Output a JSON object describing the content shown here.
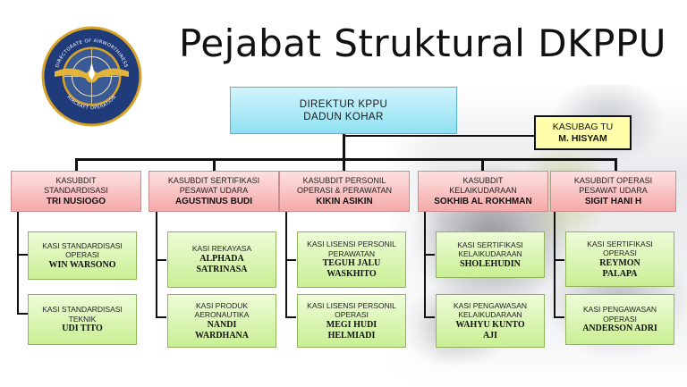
{
  "title": "Pejabat Struktural DKPPU",
  "logo": {
    "top_text": "DIRECTORATE OF AIRWORTHINESS",
    "bottom_text": "AIRCRAFT OPERATION",
    "colors": {
      "ring": "#1f3b7a",
      "gold": "#d8a326",
      "center": "#3a5a96"
    }
  },
  "director": {
    "title": "DIREKTUR KPPU",
    "name": "DADUN KOHAR"
  },
  "kasubag": {
    "title": "KASUBAG TU",
    "name": "M. HISYAM"
  },
  "subdirectorates": [
    {
      "title_line1": "KASUBDIT",
      "title_line2": "STANDARDISASI",
      "name": "TRI NUSIOGO",
      "sections": [
        {
          "title_line1": "KASI STANDARDISASI",
          "title_line2": "OPERASI",
          "name_line1": "WIN WARSONO",
          "name_line2": ""
        },
        {
          "title_line1": "KASI STANDARDISASI",
          "title_line2": "TEKNIK",
          "name_line1": "UDI TITO",
          "name_line2": ""
        }
      ]
    },
    {
      "title_line1": "KASUBDIT SERTIFIKASI",
      "title_line2": "PESAWAT UDARA",
      "name": "AGUSTINUS BUDI",
      "sections": [
        {
          "title_line1": "KASI REKAYASA",
          "title_line2": "",
          "name_line1": "ALPHADA",
          "name_line2": "SATRINASA"
        },
        {
          "title_line1": "KASI PRODUK",
          "title_line2": "AERONAUTIKA",
          "name_line1": "NANDI",
          "name_line2": "WARDHANA"
        }
      ]
    },
    {
      "title_line1": "KASUBDIT  PERSONIL",
      "title_line2": "OPERASI & PERAWATAN",
      "name": "KIKIN ASIKIN",
      "sections": [
        {
          "title_line1": "KASI LISENSI PERSONIL",
          "title_line2": "PERAWATAN",
          "name_line1": "TEGUH JALU",
          "name_line2": "WASKHITO"
        },
        {
          "title_line1": "KASI LISENSI PERSONIL",
          "title_line2": "OPERASI",
          "name_line1": "MEGI HUDI",
          "name_line2": "HELMIADI"
        }
      ]
    },
    {
      "title_line1": "KASUBDIT",
      "title_line2": "KELAIKUDARAAN",
      "name": "SOKHIB  AL ROKHMAN",
      "sections": [
        {
          "title_line1": "KASI SERTIFIKASI",
          "title_line2": "KELAIKUDARAAN",
          "name_line1": "SHOLEHUDIN",
          "name_line2": ""
        },
        {
          "title_line1": "KASI PENGAWASAN",
          "title_line2": "KELAIKUDARAAN",
          "name_line1": "WAHYU KUNTO",
          "name_line2": "AJI"
        }
      ]
    },
    {
      "title_line1": "KASUBDIT OPERASI",
      "title_line2": "PESAWAT UDARA",
      "name": "SIGIT HANI H",
      "sections": [
        {
          "title_line1": "KASI SERTIFIKASI",
          "title_line2": "OPERASI",
          "name_line1": "REYMON",
          "name_line2": "PALAPA"
        },
        {
          "title_line1": "KASI PENGAWASAN",
          "title_line2": "OPERASI",
          "name_line1": "ANDERSON ADRI",
          "name_line2": ""
        }
      ]
    }
  ]
}
